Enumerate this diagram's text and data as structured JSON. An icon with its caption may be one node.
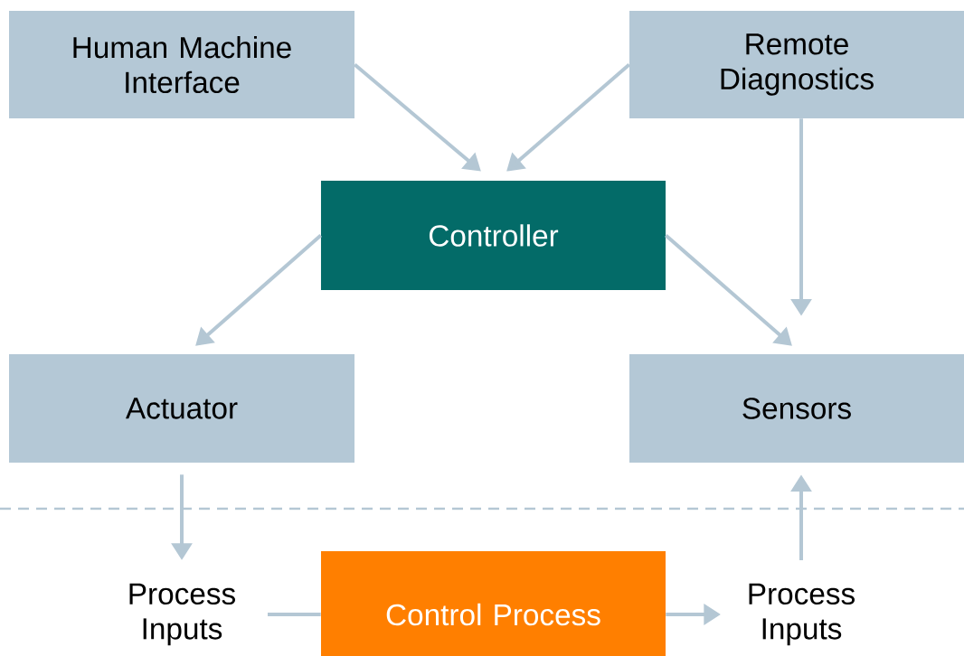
{
  "diagram": {
    "nodes": [
      {
        "text": [
          "Human Machine Interface"
        ]
      },
      {
        "text": [
          "Remote Diagnostics"
        ]
      },
      {
        "text": [
          "Controller"
        ]
      },
      {
        "text": [
          "Actuator"
        ]
      },
      {
        "text": [
          "Sensors"
        ]
      },
      {
        "text": [
          "Process Inputs"
        ]
      },
      {
        "text": [
          "Control Process"
        ]
      },
      {
        "text": [
          "Process Inputs"
        ]
      }
    ],
    "edges": [
      {
        "from": 0,
        "to": 2,
        "arrow": "to"
      },
      {
        "from": 1,
        "to": 2,
        "arrow": "to"
      },
      {
        "from": 2,
        "to": 3,
        "arrow": "to"
      },
      {
        "from": 2,
        "to": 4,
        "arrow": "to"
      },
      {
        "from": 1,
        "to": 4,
        "arrow": "to"
      },
      {
        "from": 3,
        "to": 5,
        "arrow": "to"
      },
      {
        "from": 5,
        "to": 6,
        "arrow": "none"
      },
      {
        "from": 6,
        "to": 7,
        "arrow": "to"
      },
      {
        "from": 7,
        "to": 4,
        "arrow": "to"
      }
    ]
  }
}
